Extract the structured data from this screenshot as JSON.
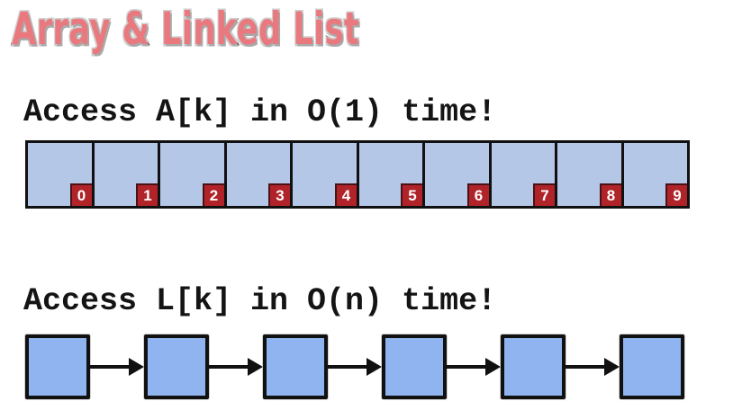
{
  "title": {
    "text": "Array & Linked List"
  },
  "array_section": {
    "caption": "Access A[k] in O(1) time!",
    "indices": [
      "0",
      "1",
      "2",
      "3",
      "4",
      "5",
      "6",
      "7",
      "8",
      "9"
    ]
  },
  "list_section": {
    "caption": "Access L[k] in O(n) time!",
    "node_count": 6
  },
  "colors": {
    "title_fill": "#e9797f",
    "title_outline": "#221a1c",
    "array_cell_fill": "#b5c7e7",
    "node_fill": "#8fb4f0",
    "index_badge_bg": "#b02328",
    "index_badge_text": "#ffffff",
    "line_black": "#111111"
  }
}
